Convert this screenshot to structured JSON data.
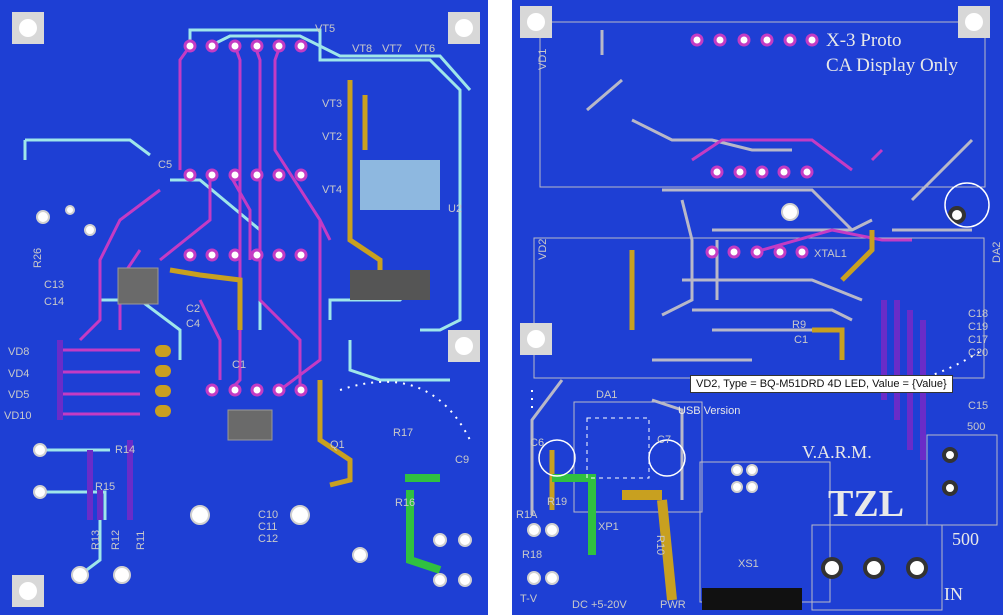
{
  "left_board": {
    "labels": [
      "VT5",
      "VT6",
      "VT7",
      "VT8",
      "VT3",
      "VT2",
      "VT4",
      "C5",
      "R26",
      "C13",
      "C14",
      "VD8",
      "VD4",
      "VD5",
      "VD10",
      "R14",
      "R15",
      "R13",
      "R12",
      "R11",
      "R17",
      "C9",
      "R16",
      "C10",
      "C11",
      "C12",
      "U2",
      "C2",
      "C4",
      "C1",
      "Q1"
    ]
  },
  "right_board": {
    "title_line1": "X-3 Proto",
    "title_line2": "CA Display Only",
    "labels": [
      "VD1",
      "VD2",
      "XTAL1",
      "DA2",
      "R9",
      "C1",
      "C18",
      "C19",
      "C17",
      "C20",
      "C15",
      "DA1",
      "C6",
      "C7",
      "R19",
      "R18",
      "R10",
      "XP1",
      "XS1",
      "500",
      "500"
    ],
    "usb_version": "USB Version",
    "varm": "V.A.R.M.",
    "logo": "TZL",
    "bottom_labels": {
      "tv": "T-V",
      "dc": "DC +5-20V",
      "pwr": "PWR",
      "in": "IN"
    },
    "R1A": "R1A"
  },
  "tooltip": "VD2, Type = BQ-M51DRD 4D LED, Value = {Value}",
  "colors": {
    "board": "#1e3fd4",
    "cyan": "#9fe6ea",
    "magenta": "#c43bc4",
    "gold": "#c8a020",
    "purple": "#6a2cc8",
    "green": "#30c040",
    "silver": "#b8b8c8"
  }
}
